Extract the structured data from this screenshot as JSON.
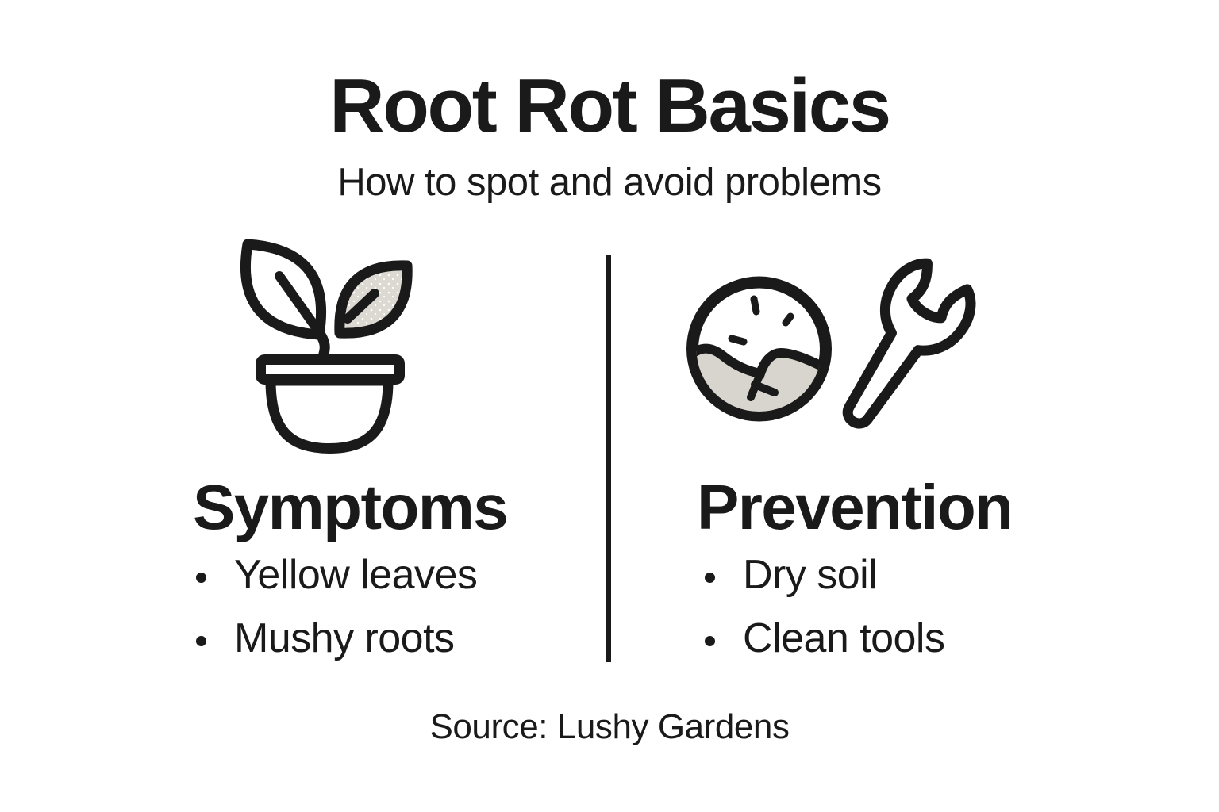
{
  "page": {
    "colors": {
      "ink": "#1a1a1a",
      "leafGray": "#dcd9d2",
      "soilGray": "#d8d5ce",
      "bg": "#ffffff"
    }
  },
  "header": {
    "title": "Root Rot Basics",
    "subtitle": "How to spot and avoid problems"
  },
  "columns": [
    {
      "id": "symptoms",
      "icon": "potted-plant-icon",
      "heading": "Symptoms",
      "bullets": [
        "Yellow leaves",
        "Mushy roots"
      ]
    },
    {
      "id": "prevention",
      "icon": "soil-ball-and-wrench-icon",
      "heading": "Prevention",
      "bullets": [
        "Dry soil",
        "Clean tools"
      ]
    }
  ],
  "footer": {
    "source": "Source: Lushy Gardens"
  }
}
